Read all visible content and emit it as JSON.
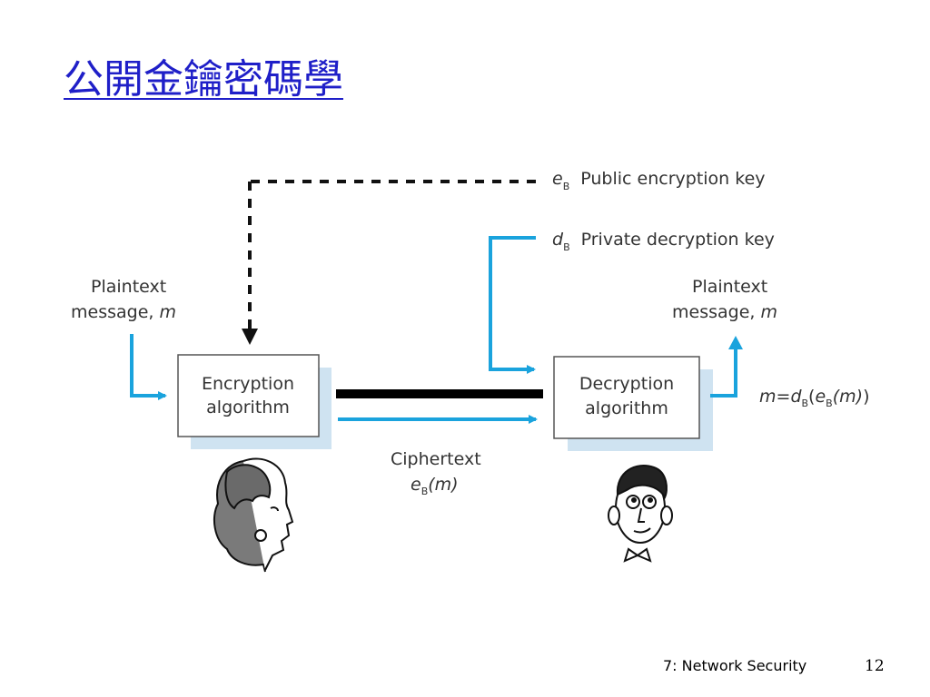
{
  "slide": {
    "title": "公開金鑰密碼學",
    "footer_label": "7: Network Security",
    "page_number": "12"
  },
  "diagram": {
    "public_key_symbol": "e",
    "public_key_subscript": "B",
    "public_key_label": "Public encryption key",
    "private_key_symbol": "d",
    "private_key_subscript": "B",
    "private_key_label": "Private decryption key",
    "plaintext_in_line1": "Plaintext",
    "plaintext_in_line2_a": "message, ",
    "plaintext_in_line2_b": "m",
    "plaintext_out_line1": "Plaintext",
    "plaintext_out_line2_a": "message, ",
    "plaintext_out_line2_b": "m",
    "encryption_line1": "Encryption",
    "encryption_line2": "algorithm",
    "decryption_line1": "Decryption",
    "decryption_line2": "algorithm",
    "ciphertext_label": "Ciphertext",
    "ciphertext_e": "e",
    "ciphertext_sub": "B",
    "ciphertext_arg": "(m)",
    "formula_m": "m",
    "formula_eq": "=",
    "formula_d": "d",
    "formula_dsub": "B",
    "formula_open": "(",
    "formula_e": "e",
    "formula_esub": "B",
    "formula_arg": "(m)",
    "formula_close": ")"
  },
  "colors": {
    "title": "#1f1fc8",
    "arrow_blue": "#1aa3dd",
    "box_shadow": "#cfe3f1",
    "key_dashed": "#111111",
    "channel_bar": "#000000"
  }
}
